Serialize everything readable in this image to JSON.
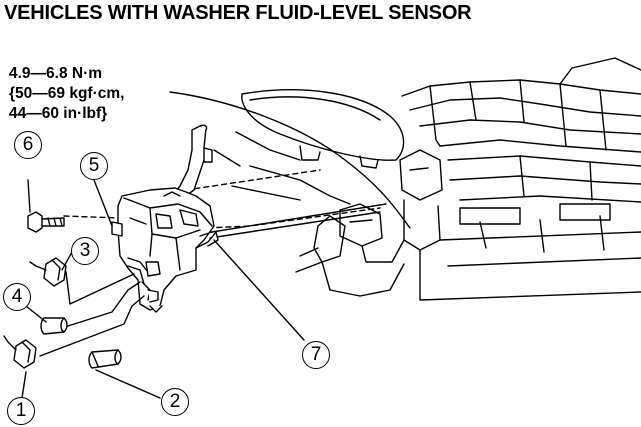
{
  "header": {
    "title": "VEHICLES WITH WASHER FLUID-LEVEL SENSOR"
  },
  "torque_spec": {
    "line1": "4.9—6.8 N·m",
    "line2": "{50—69 kgf·cm,",
    "line3": "44—60 in·lbf}"
  },
  "callouts": [
    "1",
    "2",
    "3",
    "4",
    "5",
    "6",
    "7"
  ]
}
